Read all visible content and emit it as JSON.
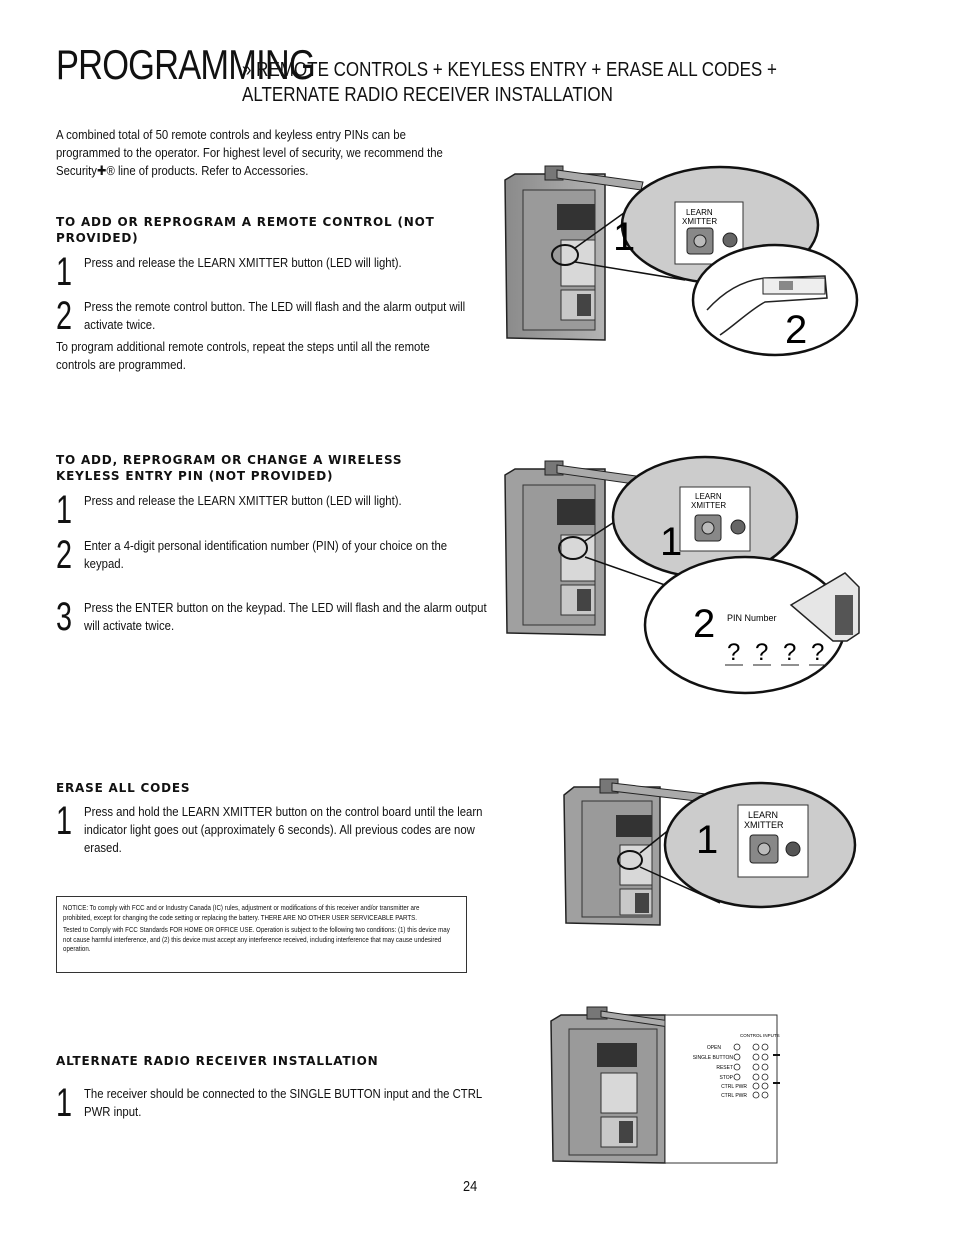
{
  "header": {
    "section": "PROGRAMMING",
    "separator": "»",
    "subtitle": "REMOTE CONTROLS + KEYLESS ENTRY + ERASE ALL CODES + ALTERNATE RADIO RECEIVER INSTALLATION"
  },
  "intro": "A combined total of 50 remote controls and keyless entry PINs can be programmed to the operator. For highest level of security, we recommend the Security✚® line of products. Refer to Accessories.",
  "remote": {
    "title": "TO ADD OR REPROGRAM A REMOTE CONTROL (NOT PROVIDED)",
    "steps": [
      {
        "num": "1",
        "text": "Press and release the LEARN XMITTER button (LED will light)."
      },
      {
        "num": "2",
        "text": "Press the remote control button. The LED will flash and the alarm output will activate twice."
      }
    ],
    "note": "To program additional remote controls, repeat the steps until all the remote controls are programmed."
  },
  "keyless": {
    "title": "TO ADD, REPROGRAM OR CHANGE A WIRELESS KEYLESS ENTRY PIN (NOT PROVIDED)",
    "steps": [
      {
        "num": "1",
        "text": "Press and release the LEARN XMITTER button (LED will light)."
      },
      {
        "num": "2",
        "text": "Enter a 4-digit personal identification number (PIN) of your choice on the keypad."
      },
      {
        "num": "3",
        "text": "Press the ENTER button on the keypad. The LED will flash and the alarm output will activate twice."
      }
    ]
  },
  "erase": {
    "title": "ERASE ALL CODES",
    "steps": [
      {
        "num": "1",
        "text": "Press and hold the LEARN XMITTER button on the control board until the learn indicator light goes out (approximately 6 seconds). All previous codes are now erased."
      }
    ]
  },
  "notice": {
    "p1": "NOTICE: To comply with FCC and or Industry Canada (IC) rules, adjustment or modifications of this receiver and/or transmitter are prohibited, except for changing the code setting or replacing the battery. THERE ARE NO OTHER USER SERVICEABLE PARTS.",
    "p2": "Tested to Comply with FCC Standards FOR HOME OR OFFICE USE. Operation is subject to the following two conditions: (1) this device may not cause harmful interference, and (2) this device must accept any interference received, including interference that may cause undesired operation."
  },
  "alternate": {
    "title": "ALTERNATE RADIO RECEIVER INSTALLATION",
    "steps": [
      {
        "num": "1",
        "text": "The receiver should be connected to the SINGLE BUTTON input and the CTRL PWR input."
      }
    ]
  },
  "figures": {
    "learn_line1": "LEARN",
    "learn_line2": "XMITTER",
    "callout1": "1",
    "callout2": "2",
    "pin_label": "PIN Number",
    "pin_placeholder": "?",
    "control_inputs": "CONTROL INPUTS",
    "terminals": [
      "OPEN",
      "SINGLE BUTTON",
      "RESET",
      "STOP",
      "CTRL PWR",
      "CTRL PWR"
    ]
  },
  "page_number": "24"
}
